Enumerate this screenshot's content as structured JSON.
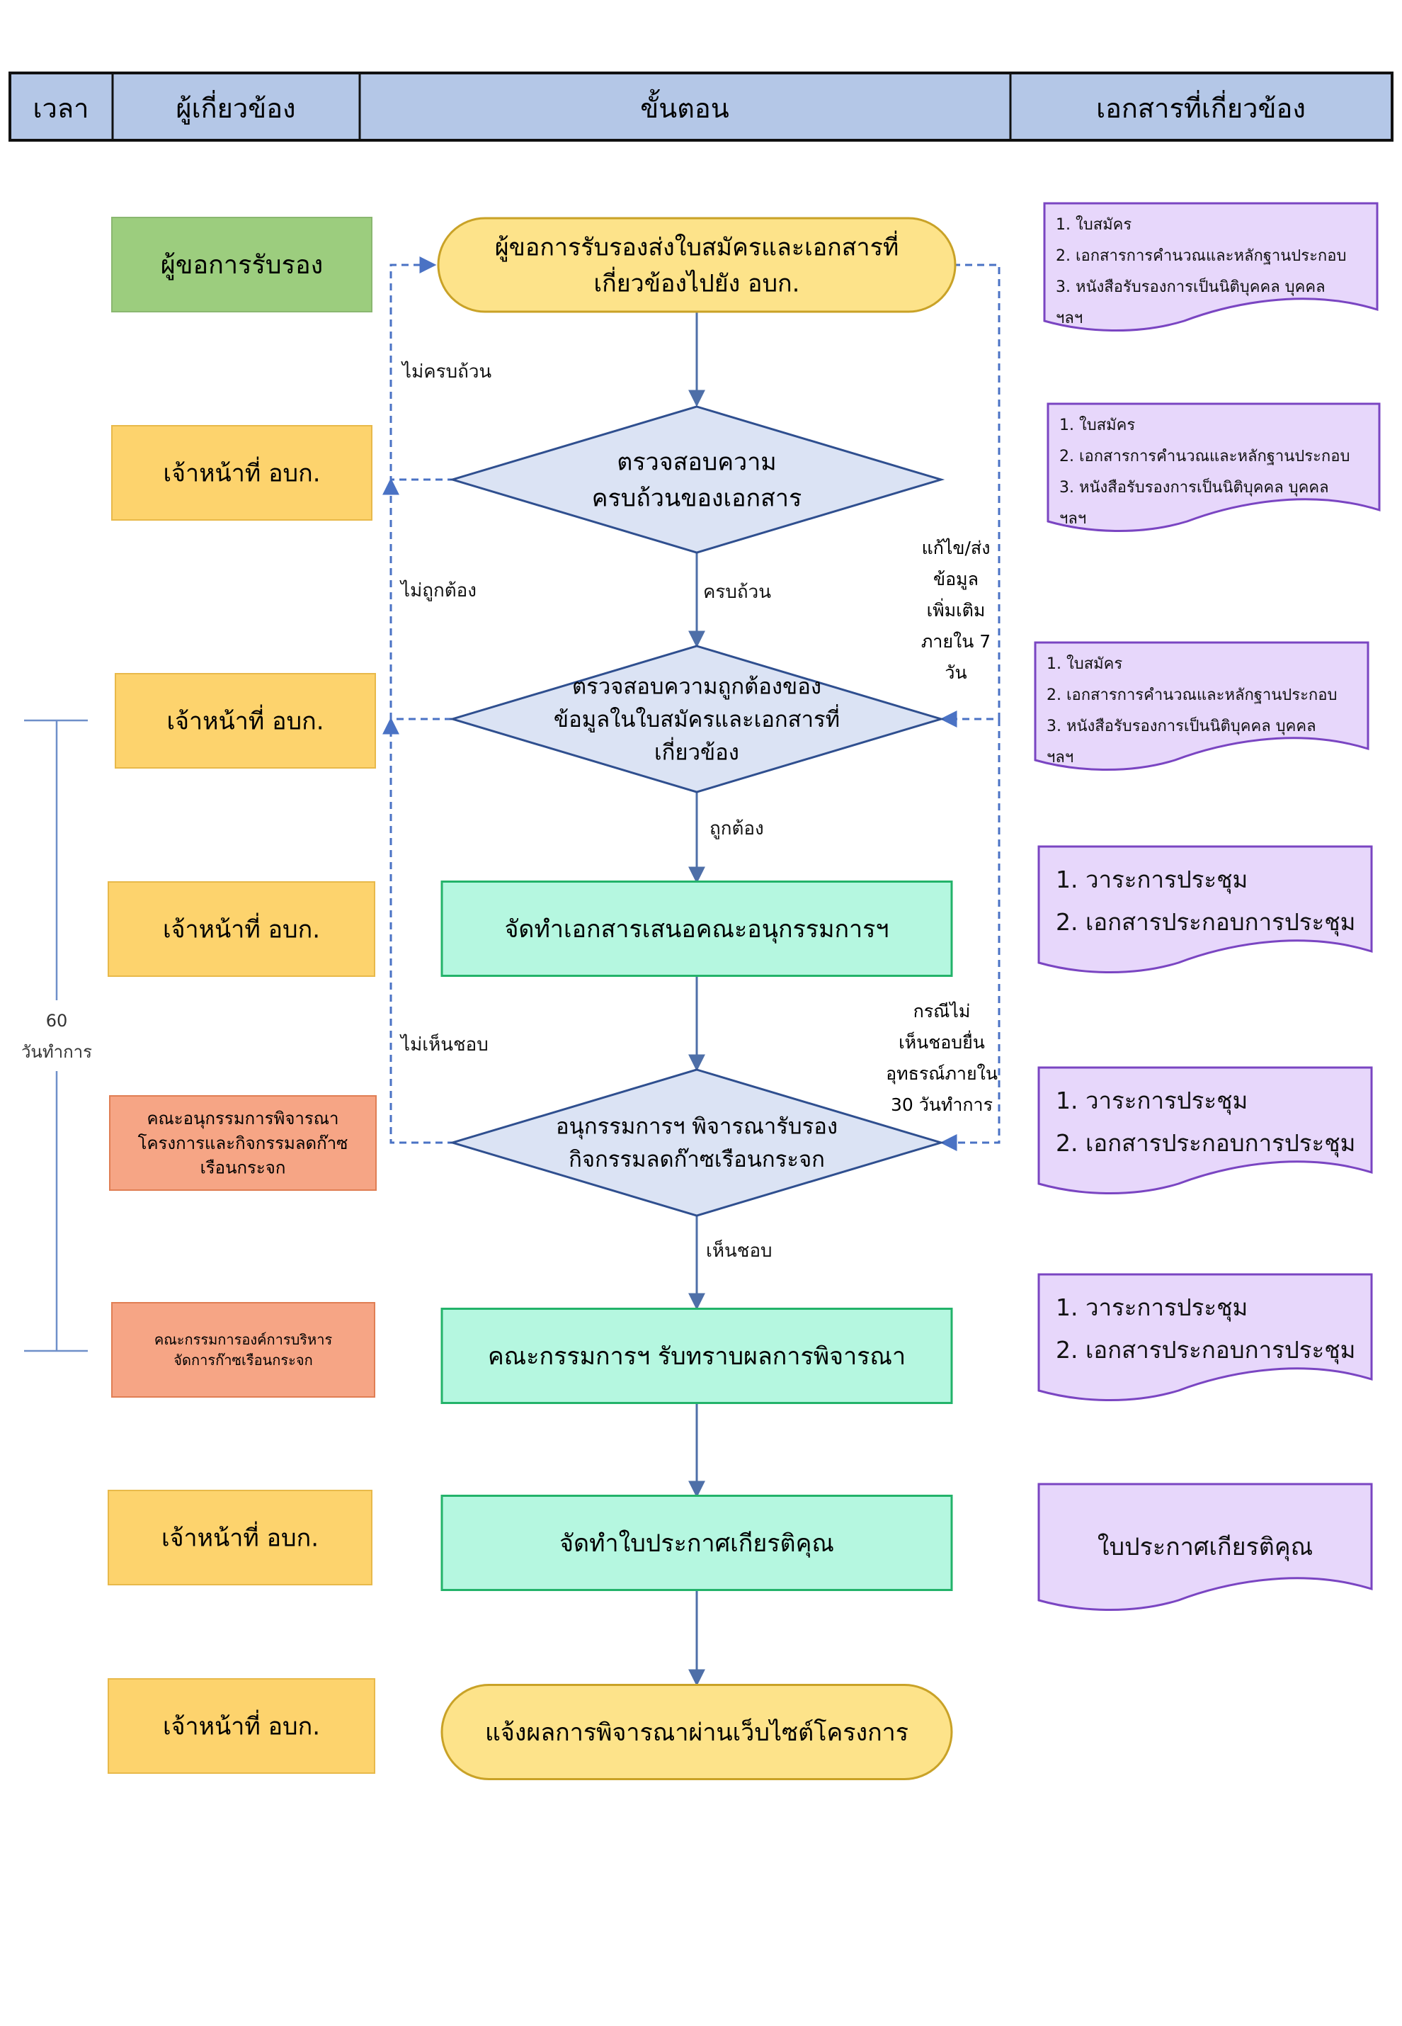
{
  "header": {
    "columns": [
      "เวลา",
      "ผู้เกี่ยวข้อง",
      "ขั้นตอน",
      "เอกสารที่เกี่ยวข้อง"
    ]
  },
  "timeline": {
    "days": "60",
    "unit": "วันทำการ"
  },
  "actors": [
    "ผู้ขอการรับรอง",
    "เจ้าหน้าที่ อบก.",
    "เจ้าหน้าที่ อบก.",
    "เจ้าหน้าที่ อบก.",
    "คณะอนุกรรมการพิจารณาโครงการและกิจกรรมลดก๊าซเรือนกระจก",
    "คณะกรรมการองค์การบริหารจัดการก๊าซเรือนกระจก",
    "เจ้าหน้าที่ อบก.",
    "เจ้าหน้าที่ อบก."
  ],
  "actor_lines": [
    [
      "ผู้ขอการรับรอง"
    ],
    [
      "เจ้าหน้าที่ อบก."
    ],
    [
      "เจ้าหน้าที่ อบก."
    ],
    [
      "เจ้าหน้าที่ อบก."
    ],
    [
      "คณะอนุกรรมการพิจารณา",
      "โครงการและกิจกรรมลดก๊าซ",
      "เรือนกระจก"
    ],
    [
      "คณะกรรมการองค์การบริหาร",
      "จัดการก๊าซเรือนกระจก"
    ],
    [
      "เจ้าหน้าที่ อบก."
    ],
    [
      "เจ้าหน้าที่ อบก."
    ]
  ],
  "steps": [
    {
      "shape": "terminal",
      "lines": [
        "ผู้ขอการรับรองส่งใบสมัครและเอกสารที่",
        "เกี่ยวข้องไปยัง อบก."
      ]
    },
    {
      "shape": "decision",
      "lines": [
        "ตรวจสอบความ",
        "ครบถ้วนของเอกสาร"
      ]
    },
    {
      "shape": "decision",
      "lines": [
        "ตรวจสอบความถูกต้องของ",
        "ข้อมูลในใบสมัครและเอกสารที่",
        "เกี่ยวข้อง"
      ]
    },
    {
      "shape": "process",
      "lines": [
        "จัดทำเอกสารเสนอคณะอนุกรรมการฯ"
      ]
    },
    {
      "shape": "decision",
      "lines": [
        "อนุกรรมการฯ พิจารณารับรอง",
        "กิจกรรมลดก๊าซเรือนกระจก"
      ]
    },
    {
      "shape": "process",
      "lines": [
        "คณะกรรมการฯ รับทราบผลการพิจารณา"
      ]
    },
    {
      "shape": "process",
      "lines": [
        "จัดทำใบประกาศเกียรติคุณ"
      ]
    },
    {
      "shape": "terminal",
      "lines": [
        "แจ้งผลการพิจารณาผ่านเว็บไซต์โครงการ"
      ]
    }
  ],
  "flow_labels": {
    "incomplete": "ไม่ครบถ้วน",
    "complete": "ครบถ้วน",
    "incorrect": "ไม่ถูกต้อง",
    "correct": "ถูกต้อง",
    "disapprove": "ไม่เห็นชอบ",
    "approve": "เห็นชอบ",
    "fix_resubmit": [
      "แก้ไข/ส่ง",
      "ข้อมูล",
      "เพิ่มเติม",
      "ภายใน 7",
      "วัน"
    ],
    "appeal": [
      "กรณีไม่",
      "เห็นชอบยื่น",
      "อุทธรณ์ภายใน",
      "30 วันทำการ"
    ]
  },
  "documents": [
    {
      "style": "small",
      "lines": [
        "1.  ใบสมัคร",
        "2.  เอกสารการคำนวณและหลักฐานประกอบ",
        "3.  หนังสือรับรองการเป็นนิติบุคคล บุคคล",
        "     ฯลฯ"
      ]
    },
    {
      "style": "small",
      "lines": [
        "1.  ใบสมัคร",
        "2.  เอกสารการคำนวณและหลักฐานประกอบ",
        "3.  หนังสือรับรองการเป็นนิติบุคคล บุคคล",
        "     ฯลฯ"
      ]
    },
    {
      "style": "small",
      "lines": [
        "1.  ใบสมัคร",
        "2.  เอกสารการคำนวณและหลักฐานประกอบ",
        "3.  หนังสือรับรองการเป็นนิติบุคคล บุคคล",
        "     ฯลฯ"
      ]
    },
    {
      "style": "large",
      "lines": [
        "1. วาระการประชุม",
        "2. เอกสารประกอบการประชุม"
      ]
    },
    {
      "style": "large",
      "lines": [
        "1. วาระการประชุม",
        "2. เอกสารประกอบการประชุม"
      ]
    },
    {
      "style": "large",
      "lines": [
        "1. วาระการประชุม",
        "2. เอกสารประกอบการประชุม"
      ]
    },
    {
      "style": "center",
      "lines": [
        "ใบประกาศเกียรติคุณ"
      ]
    }
  ],
  "colors": {
    "header_fill": "#b4c7e7",
    "actor_green": "#9ccd7e",
    "actor_orange": "#fdd36d",
    "actor_red": "#f6a585",
    "terminal_fill": "#fde38a",
    "terminal_stroke": "#c9a227",
    "decision_fill": "#dbe3f4",
    "decision_stroke": "#2f4f8f",
    "process_fill": "#b5f7e0",
    "process_stroke": "#23b36a",
    "doc_fill": "#e7d7fb",
    "doc_stroke": "#7a45c2",
    "arrow": "#4e6fa8",
    "dashed": "#4a72c4"
  }
}
